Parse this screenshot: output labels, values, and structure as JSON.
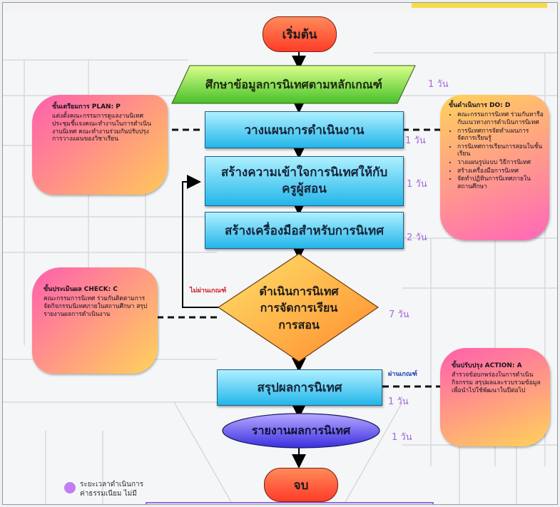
{
  "flow": {
    "start": "เริ่มต้น",
    "end": "จบ",
    "step1": "ศึกษาข้อมูลการนิเทศตามหลักเกณฑ์",
    "step2": "วางแผนการดำเนินงาน",
    "step3_line1": "สร้างความเข้าใจการนิเทศให้กับ",
    "step3_line2": "ครูผู้สอน",
    "step4": "สร้างเครื่องมือสำหรับการนิเทศ",
    "decision_line1": "ดำเนินการนิเทศ",
    "decision_line2": "การจัดการเรียน",
    "decision_line3": "การสอน",
    "step6": "สรุปผลการนิเทศ",
    "step7": "รายงานผลการนิเทศ"
  },
  "durations": {
    "step1": "1 วัน",
    "step2": "1 วัน",
    "step3": "1 วัน",
    "step4": "2 วัน",
    "decision": "7 วัน",
    "step6": "1 วัน",
    "step7": "1 วัน"
  },
  "branch_labels": {
    "fail": "ไม่ผ่านเกณฑ์",
    "pass": "ผ่านเกณฑ์"
  },
  "notes": {
    "plan": {
      "title": "ขั้นเตรียมการ PLAN: P",
      "body": "แต่งตั้งคณะกรรมการดูแลงานนิเทศ ประชุมชี้แจงคณะทำงานในการดำเนินงานนิเทศ คณะทำงานร่วมกันปรับปรุงการวางแผนของวิชาเรียน"
    },
    "do": {
      "title": "ขั้นดำเนินการ DO: D",
      "items": [
        "คณะกรรมการนิเทศ ร่วมกันหารือกับแนวทางการดำเนินการนิเทศ",
        "การนิเทศการจัดทำแผนการจัดการเรียนรู้",
        "การนิเทศการเรียนการสอนในชั้นเรียน",
        "วางแผนรูปแบบ วิธีการนิเทศ",
        "สร้างเครื่องมือการนิเทศ",
        "จัดทำปฏิทินการนิเทศภายในสถานศึกษา"
      ]
    },
    "check": {
      "title": "ขั้นประเมินผล CHECK: C",
      "body": "คณะกรรมการนิเทศ ร่วมกันติดตามการจัดกิจกรรมนิเทศภายในสถานศึกษา สรุปรายงานผลการดำเนินงาน"
    },
    "action": {
      "title": "ขั้นปรับปรุง ACTION: A",
      "body": "สำรวจข้อบกพร่องในการดำเนินกิจกรรม สรุปผลและรวบรวมข้อมูลเพื่อนำไปใช้พัฒนาในปีต่อไป"
    }
  },
  "legend": {
    "line1": "ระยะเวลาดำเนินการ",
    "line2": "ค่าธรรมเนียม ไม่มี"
  },
  "colors": {
    "start_end": "#ff4a30",
    "process": "#38c4f0",
    "input": "#7ee03a",
    "decision": "#ffb347",
    "report": "#6a5cf0",
    "duration_text": "#a46ad6",
    "fail_text": "#d0202a",
    "pass_text": "#1a3fb0"
  }
}
